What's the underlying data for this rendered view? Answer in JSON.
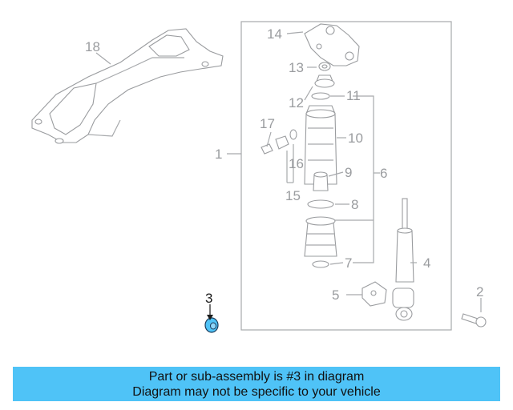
{
  "callouts": {
    "c1": "1",
    "c2": "2",
    "c3": "3",
    "c4": "4",
    "c5": "5",
    "c6": "6",
    "c7": "7",
    "c8": "8",
    "c9": "9",
    "c10": "10",
    "c11": "11",
    "c12": "12",
    "c13": "13",
    "c14": "14",
    "c15": "15",
    "c16": "16",
    "c17": "17",
    "c18": "18"
  },
  "highlight_part": "3",
  "highlight_color": "#4fc3f7",
  "banner": {
    "line1": "Part or sub-assembly is #3 in diagram",
    "line2": "Diagram may not be specific to your vehicle",
    "background": "#4fc3f7"
  }
}
